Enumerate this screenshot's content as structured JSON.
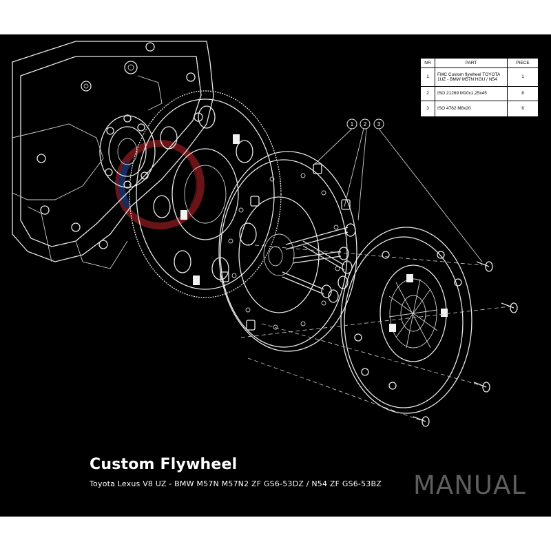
{
  "header": {
    "title": "Custom Flywheel",
    "subtitle": "Toyota Lexus V8 UZ - BMW M57N M57N2 ZF GS6-53DZ / N54 ZF GS6-53BZ",
    "badge": "MANUAL"
  },
  "parts_table": {
    "columns": [
      "NR",
      "PART",
      "PIECE"
    ],
    "rows": [
      {
        "nr": "1",
        "part": "FMC Custom flywheel TOYOTA 1UZ - BMW M57N HGU / N54",
        "piece": "1"
      },
      {
        "nr": "2",
        "part": "ISO 21269 M10x1,25x45",
        "piece": "8"
      },
      {
        "nr": "3",
        "part": "ISO 4762 M8x20",
        "piece": "6"
      }
    ]
  },
  "callouts": [
    "1",
    "2",
    "3"
  ],
  "colors": {
    "background": "#000000",
    "line": "#e9e9e9",
    "manual_text": "#5e5e5e",
    "logo_red": "#c4262c",
    "logo_blue": "#2a4fa8"
  }
}
